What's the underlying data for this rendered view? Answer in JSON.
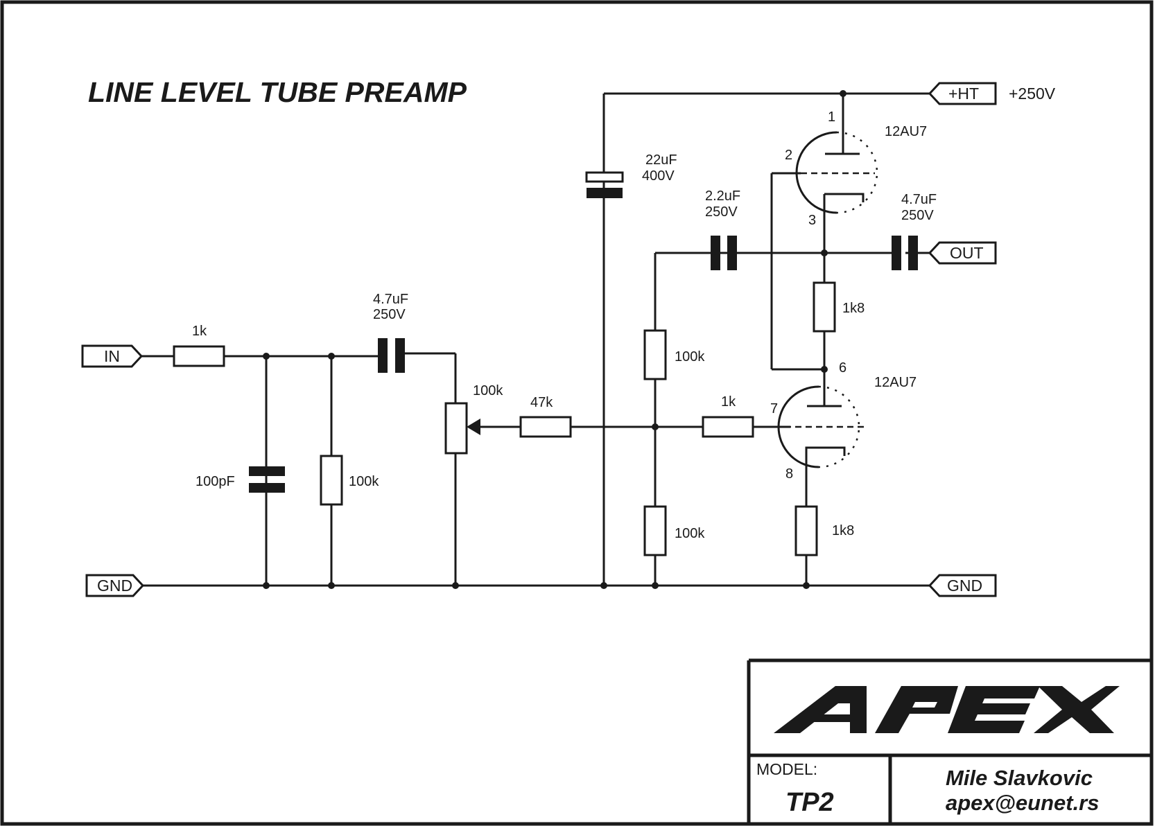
{
  "title": "LINE LEVEL TUBE PREAMP",
  "ports": {
    "in": "IN",
    "gnd_left": "GND",
    "gnd_right": "GND",
    "out": "OUT",
    "ht": "+HT",
    "ht_voltage": "+250V"
  },
  "components": {
    "r_in": "1k",
    "c_shunt": "100pF",
    "r_shunt": "100k",
    "c_in_value": "4.7uF",
    "c_in_voltage": "250V",
    "pot": "100k",
    "r_series": "47k",
    "c_filter_value": "22uF",
    "c_filter_voltage": "400V",
    "r_bias_top": "100k",
    "r_bias_bottom": "100k",
    "r_grid": "1k",
    "c_boot_value": "2.2uF",
    "c_boot_voltage": "250V",
    "c_out_value": "4.7uF",
    "c_out_voltage": "250V",
    "r_cathode_upper": "1k8",
    "r_cathode_lower": "1k8"
  },
  "tubes": {
    "upper": {
      "type": "12AU7",
      "pin_plate": "1",
      "pin_grid": "2",
      "pin_cathode": "3"
    },
    "lower": {
      "type": "12AU7",
      "pin_plate": "6",
      "pin_grid": "7",
      "pin_cathode": "8"
    }
  },
  "title_block": {
    "brand": "APEX",
    "model_label": "MODEL:",
    "model": "TP2",
    "author": "Mile Slavkovic",
    "email": "apex@eunet.rs"
  }
}
